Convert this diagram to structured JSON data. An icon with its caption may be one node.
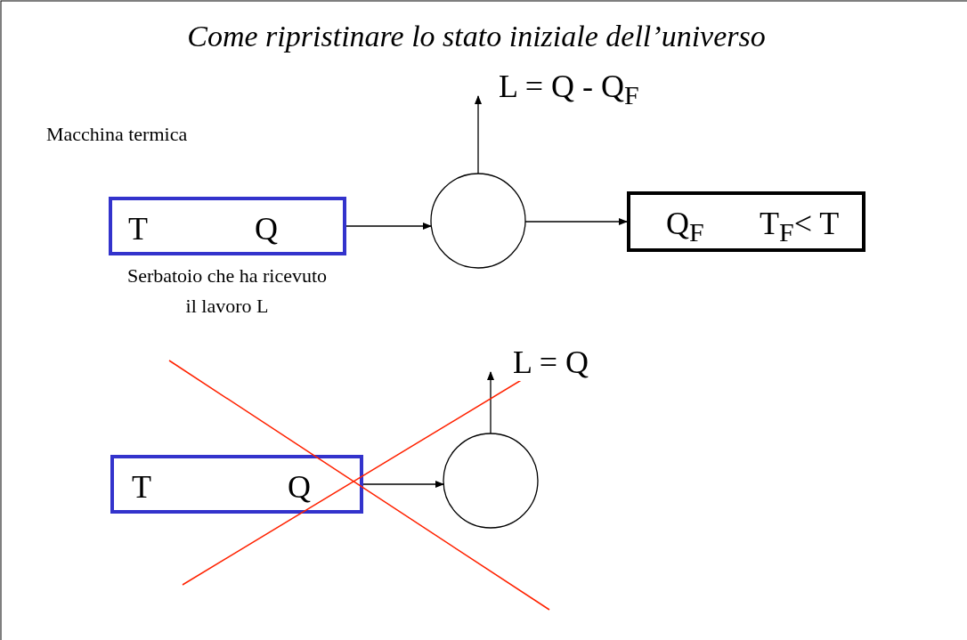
{
  "diagram": {
    "title": "Come ripristinare lo stato iniziale dell’universo",
    "nodes": [
      {
        "text": [
          "T",
          "Q"
        ],
        "beside": [
          "Serbatoio che ha ricevuto il lavoro L"
        ]
      },
      {
        "text": [],
        "shape": "circle"
      },
      {
        "text": [
          "Q$_{F}$",
          "T$_{F}$< T"
        ]
      },
      {
        "text": [
          "L = Q - Q$_{F}$"
        ]
      },
      {
        "text": [
          "T",
          "Q"
        ]
      },
      {
        "text": [],
        "shape": "circle"
      },
      {
        "text": [
          "L = Q"
        ]
      }
    ],
    "edges": [
      {
        "from": 0,
        "to": 1,
        "arrow": "to"
      },
      {
        "from": 1,
        "to": 2,
        "arrow": "to"
      },
      {
        "from": 1,
        "to": 3,
        "arrow": "to"
      },
      {
        "from": 4,
        "to": 5,
        "arrow": "to"
      },
      {
        "from": 5,
        "to": 6,
        "arrow": "to"
      }
    ],
    "labels": [
      "Macchina termica"
    ]
  }
}
